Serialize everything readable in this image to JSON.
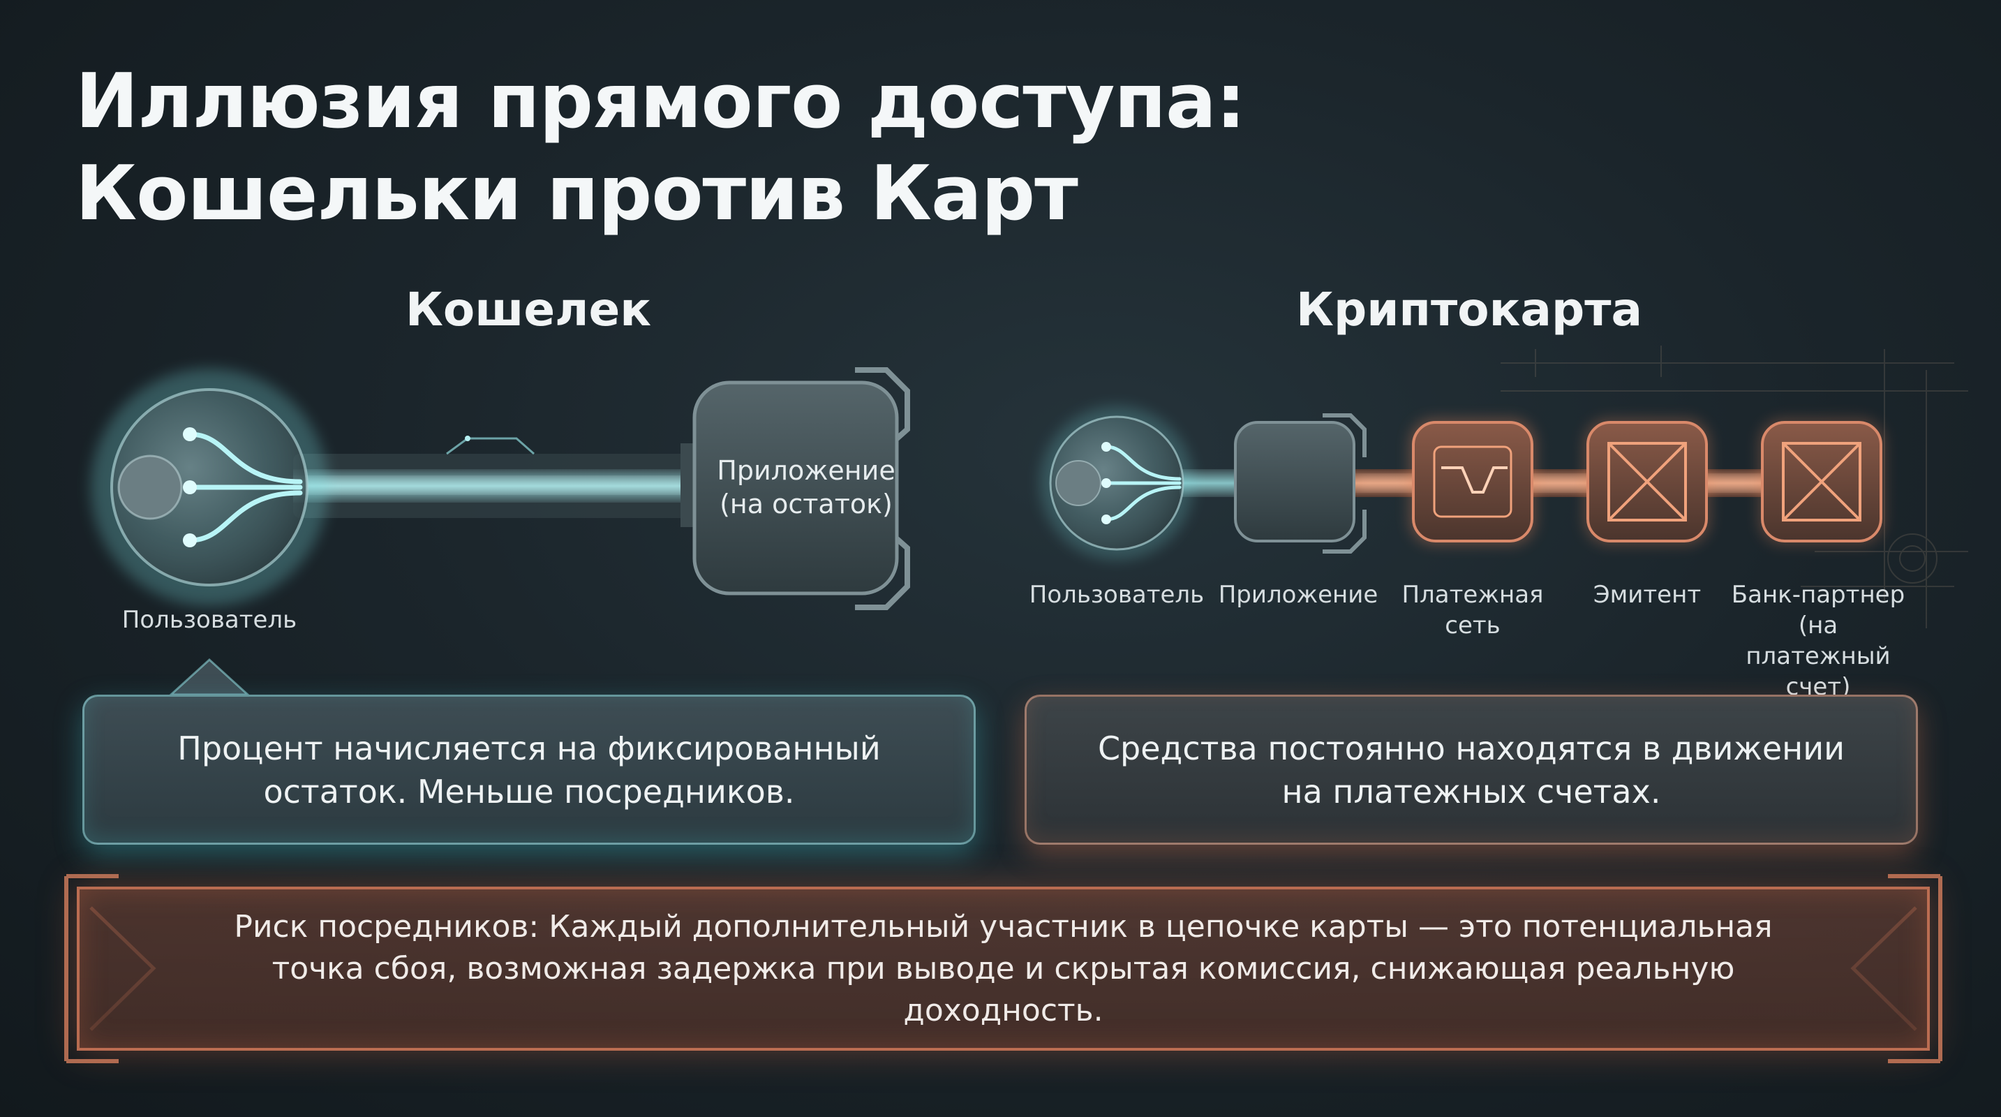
{
  "title": {
    "line1": "Иллюзия прямого доступа:",
    "line2": "Кошельки против Карт"
  },
  "wallet": {
    "heading": "Кошелек",
    "user_label": "Пользователь",
    "app_label": "Приложение\n(на остаток)",
    "callout": "Процент начисляется на фиксированный остаток. Меньше посредников."
  },
  "card": {
    "heading": "Криптокарта",
    "nodes": [
      {
        "label": "Пользователь"
      },
      {
        "label": "Приложение"
      },
      {
        "label": "Платежная\nсеть"
      },
      {
        "label": "Эмитент"
      },
      {
        "label": "Банк-партнер\n(на платежный\nсчет)"
      }
    ],
    "callout": "Средства постоянно находятся в движении на платежных счетах."
  },
  "risk": {
    "text": "Риск посредников: Каждый дополнительный участник в цепочке карты — это потенциальная точка сбоя, возможная задержка при выводе и скрытая комиссия, снижающая реальную доходность."
  },
  "colors": {
    "teal_glow": "#7fe3e6",
    "orange_glow": "#e8875c",
    "background": "#1b252b"
  },
  "icons": [
    "user-sphere-icon",
    "app-device-icon",
    "payment-network-icon",
    "issuer-icon",
    "partner-bank-icon"
  ]
}
